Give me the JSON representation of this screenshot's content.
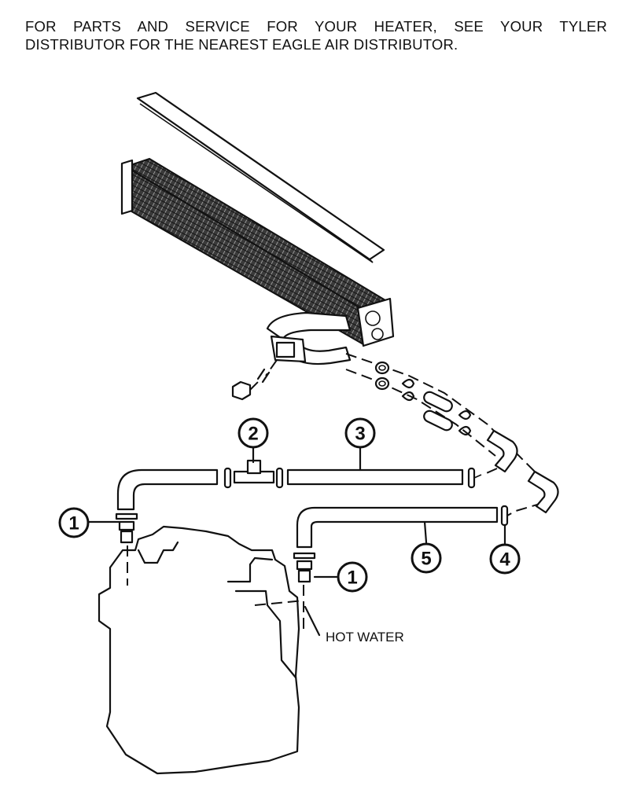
{
  "notice": {
    "line1": "FOR PARTS AND SERVICE FOR YOUR HEATER, SEE YOUR TYLER",
    "line2": "DISTRIBUTOR FOR THE NEAREST EAGLE AIR DISTRIBUTOR."
  },
  "callouts": {
    "c1a": "1",
    "c1b": "1",
    "c2": "2",
    "c3": "3",
    "c4": "4",
    "c5": "5"
  },
  "labels": {
    "hot_water": "HOT WATER"
  }
}
